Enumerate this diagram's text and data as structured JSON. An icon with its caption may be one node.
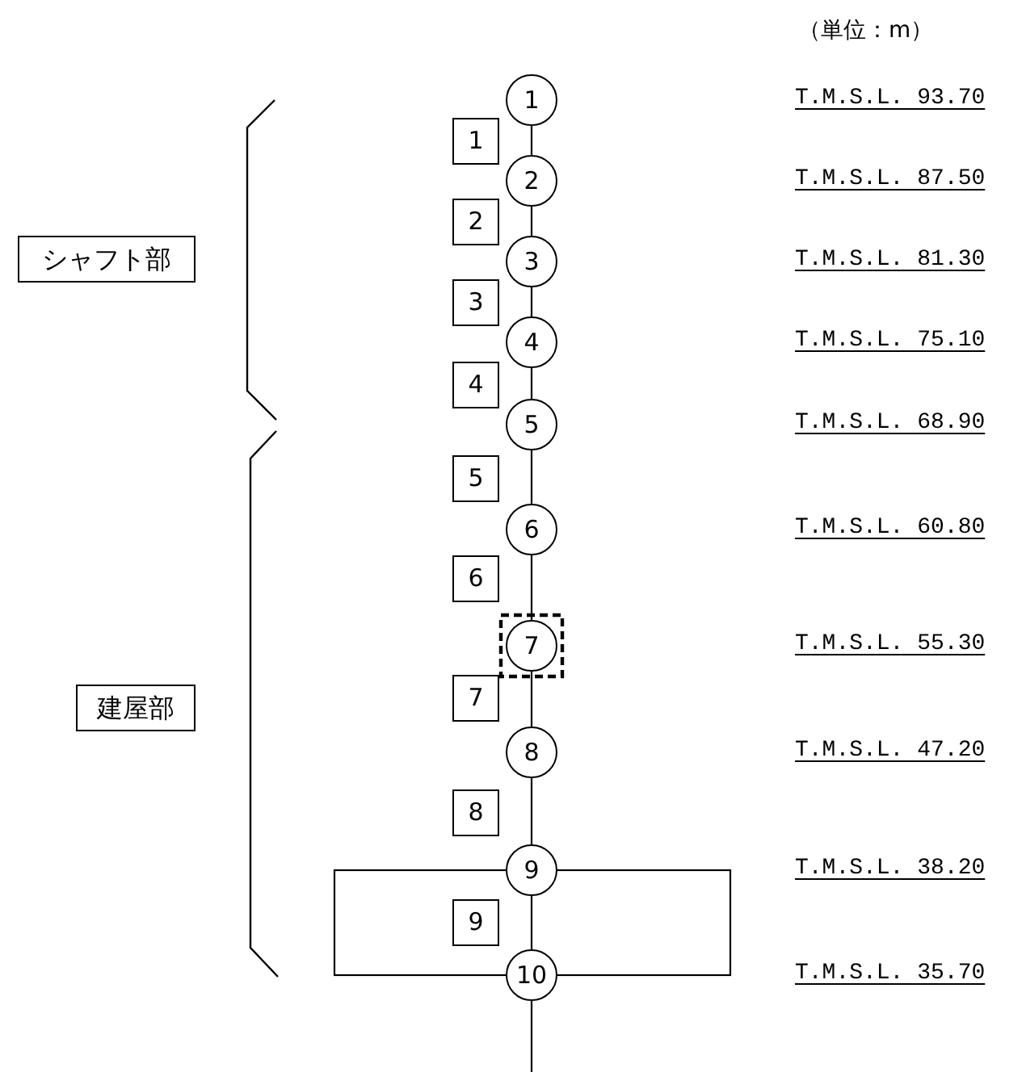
{
  "diagram": {
    "nodes": [
      {
        "text": [
          "シャフト部"
        ]
      },
      {
        "text": [
          "建屋部"
        ]
      },
      {
        "text": [
          "1"
        ]
      },
      {
        "text": [
          "2"
        ]
      },
      {
        "text": [
          "3"
        ]
      },
      {
        "text": [
          "4"
        ]
      },
      {
        "text": [
          "5"
        ]
      },
      {
        "text": [
          "6"
        ]
      },
      {
        "text": [
          "7"
        ]
      },
      {
        "text": [
          "8"
        ]
      },
      {
        "text": [
          "9"
        ]
      },
      {
        "text": [
          "10"
        ]
      },
      {
        "text": [
          "1"
        ]
      },
      {
        "text": [
          "2"
        ]
      },
      {
        "text": [
          "3"
        ]
      },
      {
        "text": [
          "4"
        ]
      },
      {
        "text": [
          "5"
        ]
      },
      {
        "text": [
          "6"
        ]
      },
      {
        "text": [
          "7"
        ]
      },
      {
        "text": [
          "8"
        ]
      },
      {
        "text": [
          "9"
        ]
      }
    ],
    "edges": [
      {
        "from": 2,
        "to": 3,
        "arrow": "none"
      },
      {
        "from": 3,
        "to": 4,
        "arrow": "none"
      },
      {
        "from": 4,
        "to": 5,
        "arrow": "none"
      },
      {
        "from": 5,
        "to": 6,
        "arrow": "none"
      },
      {
        "from": 6,
        "to": 7,
        "arrow": "none"
      },
      {
        "from": 7,
        "to": 8,
        "arrow": "none"
      },
      {
        "from": 8,
        "to": 9,
        "arrow": "none"
      },
      {
        "from": 9,
        "to": 10,
        "arrow": "none"
      },
      {
        "from": 10,
        "to": 11,
        "arrow": "none"
      },
      {
        "from": 11,
        "to": null,
        "arrow": "none"
      }
    ],
    "labels": [
      "（単位：m）",
      "T.M.S.L. 93.70",
      "T.M.S.L. 87.50",
      "T.M.S.L. 81.30",
      "T.M.S.L. 75.10",
      "T.M.S.L. 68.90",
      "T.M.S.L. 60.80",
      "T.M.S.L. 55.30",
      "T.M.S.L. 47.20",
      "T.M.S.L. 38.20",
      "T.M.S.L. 35.70"
    ]
  }
}
